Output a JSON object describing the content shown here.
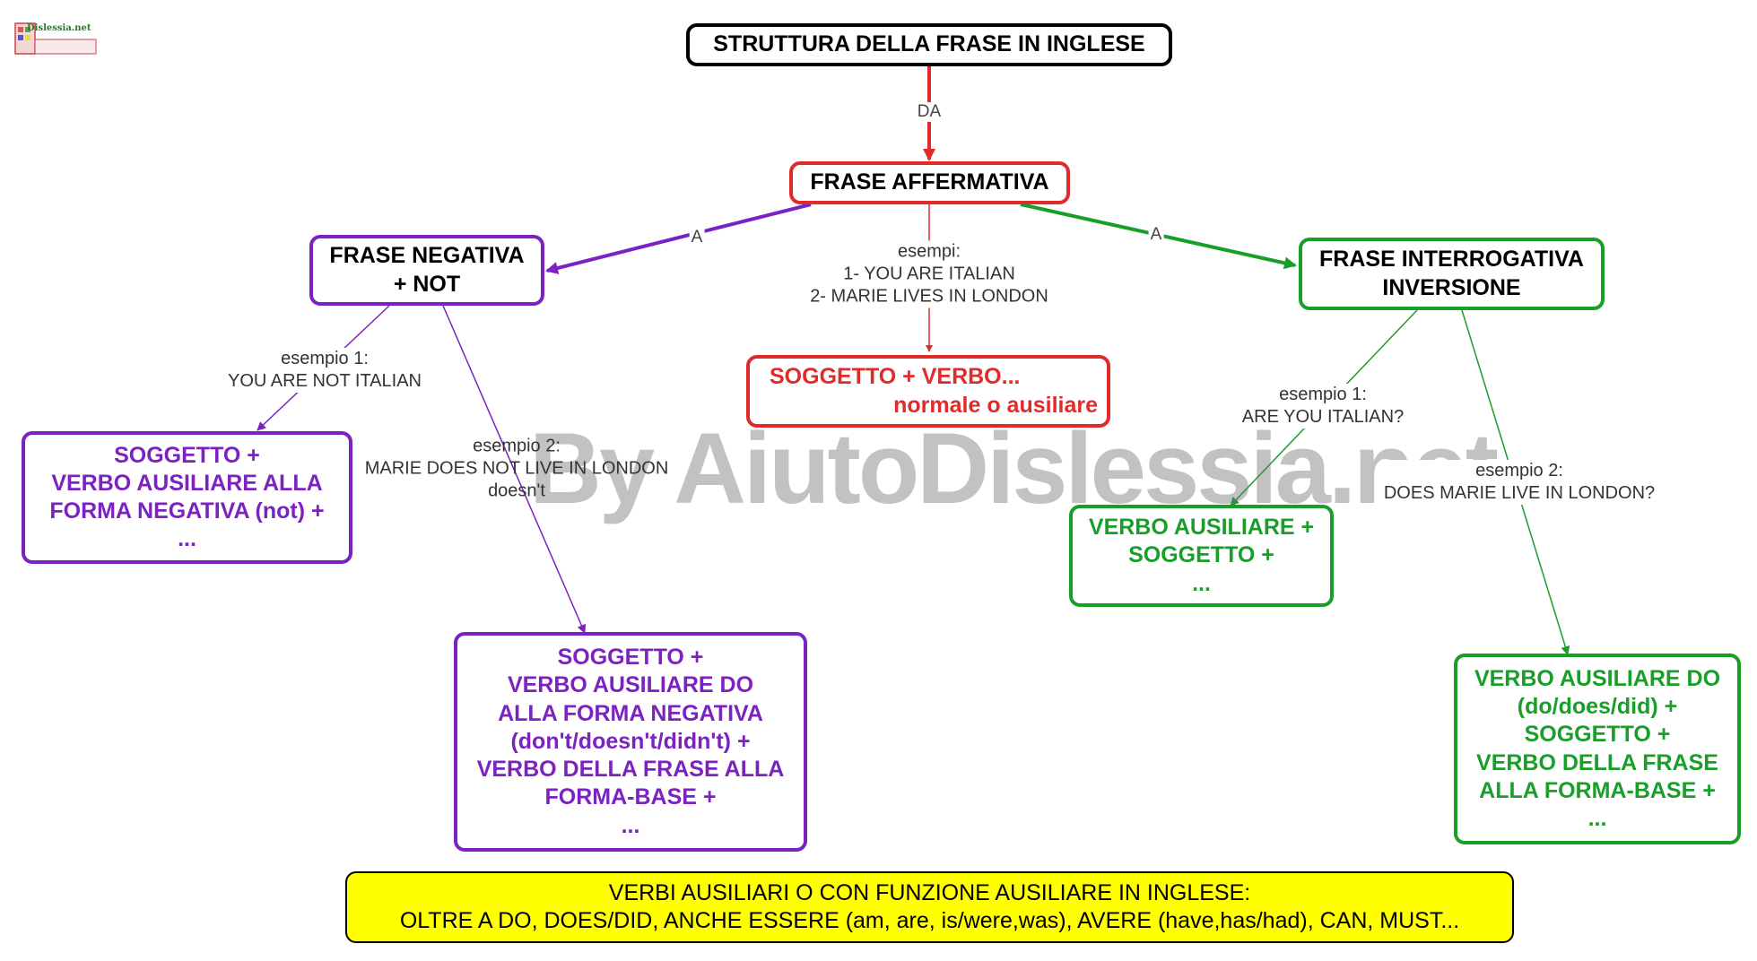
{
  "colors": {
    "red": "#e02b2b",
    "purple": "#7b22c1",
    "green": "#1a9e2a",
    "black": "#000000",
    "note_bg": "#ffff00"
  },
  "logo": {
    "text": "Dislessia.net"
  },
  "watermark": "By AiutoDislessia.net",
  "nodes": {
    "title": {
      "lines": [
        "STRUTTURA DELLA FRASE IN INGLESE"
      ]
    },
    "affermativa": {
      "lines": [
        "FRASE AFFERMATIVA"
      ]
    },
    "negativa": {
      "lines": [
        "FRASE NEGATIVA",
        "+ NOT"
      ]
    },
    "interrogativa": {
      "lines": [
        "FRASE INTERROGATIVA",
        "INVERSIONE"
      ]
    },
    "aff_struttura": {
      "lines": [
        "SOGGETTO  +      VERBO...",
        "normale o ausiliare"
      ]
    },
    "neg_es1_struttura": {
      "lines": [
        "SOGGETTO +",
        "VERBO AUSILIARE ALLA",
        "FORMA NEGATIVA (not) +",
        "..."
      ]
    },
    "neg_es2_struttura": {
      "lines": [
        "SOGGETTO +",
        "VERBO AUSILIARE DO",
        "ALLA FORMA NEGATIVA",
        "(don't/doesn't/didn't) +",
        "VERBO DELLA FRASE ALLA",
        "FORMA-BASE +",
        "..."
      ]
    },
    "int_es1_struttura": {
      "lines": [
        "VERBO AUSILIARE +",
        "SOGGETTO +",
        "..."
      ]
    },
    "int_es2_struttura": {
      "lines": [
        "VERBO AUSILIARE DO",
        "(do/does/did) +",
        "SOGGETTO +",
        "VERBO DELLA FRASE",
        "ALLA FORMA-BASE +",
        "..."
      ]
    },
    "nota": {
      "lines": [
        "VERBI AUSILIARI O CON FUNZIONE AUSILIARE IN INGLESE:",
        "OLTRE A DO, DOES/DID, ANCHE ESSERE (am, are, is/were,was), AVERE (have,has/had), CAN, MUST..."
      ]
    }
  },
  "connectors": {
    "da": "DA",
    "a_left": "A",
    "a_right": "A"
  },
  "edge_labels": {
    "aff_esempi": [
      "esempi:",
      "1- YOU ARE ITALIAN",
      "2- MARIE LIVES IN LONDON"
    ],
    "neg_es1": [
      "esempio 1:",
      "YOU ARE NOT ITALIAN"
    ],
    "neg_es2": [
      "esempio 2:",
      "MARIE DOES NOT LIVE IN LONDON",
      "doesn't"
    ],
    "int_es1": [
      "esempio 1:",
      "ARE YOU ITALIAN?"
    ],
    "int_es2": [
      "esempio 2:",
      "DOES MARIE LIVE IN LONDON?"
    ]
  }
}
